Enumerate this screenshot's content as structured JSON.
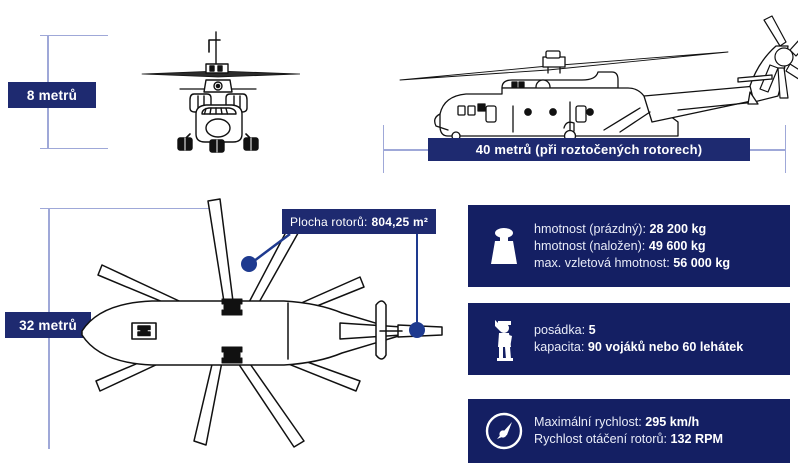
{
  "infographic": {
    "subject": "Mi-26 helicopter dimensions and specifications",
    "language": "cs"
  },
  "dimensions": {
    "height_label": "8 metrů",
    "length_label": "40 metrů (při roztočených rotorech)",
    "width_label": "32 metrů"
  },
  "callout": {
    "label": "Plocha rotorů:",
    "value": "804,25 m²"
  },
  "panels": [
    {
      "icon": "weight-icon",
      "rows": [
        {
          "label": "hmotnost (prázdný):",
          "value": "28 200 kg"
        },
        {
          "label": "hmotnost (naložen):",
          "value": "49 600 kg"
        },
        {
          "label": "max. vzletová hmotnost:",
          "value": "56 000 kg"
        }
      ]
    },
    {
      "icon": "soldier-icon",
      "rows": [
        {
          "label": "posádka:",
          "value": "5"
        },
        {
          "label": "kapacita:",
          "value": "90 vojáků nebo 60 lehátek"
        }
      ]
    },
    {
      "icon": "speedometer-icon",
      "rows": [
        {
          "label": "Maximální rychlost:",
          "value": "295 km/h"
        },
        {
          "label": "Rychlost otáčení rotorů:",
          "value": "132  RPM"
        }
      ]
    }
  ],
  "views": {
    "front": "front-view-helicopter",
    "side": "side-view-helicopter",
    "top": "top-view-helicopter"
  },
  "colors": {
    "chip_navy": "#1e2a70",
    "panel_navy": "#141f63",
    "guide_lavender": "#9fa8d8",
    "accent_dot": "#1e3a8f",
    "line_art": "#111111",
    "background": "#ffffff"
  }
}
